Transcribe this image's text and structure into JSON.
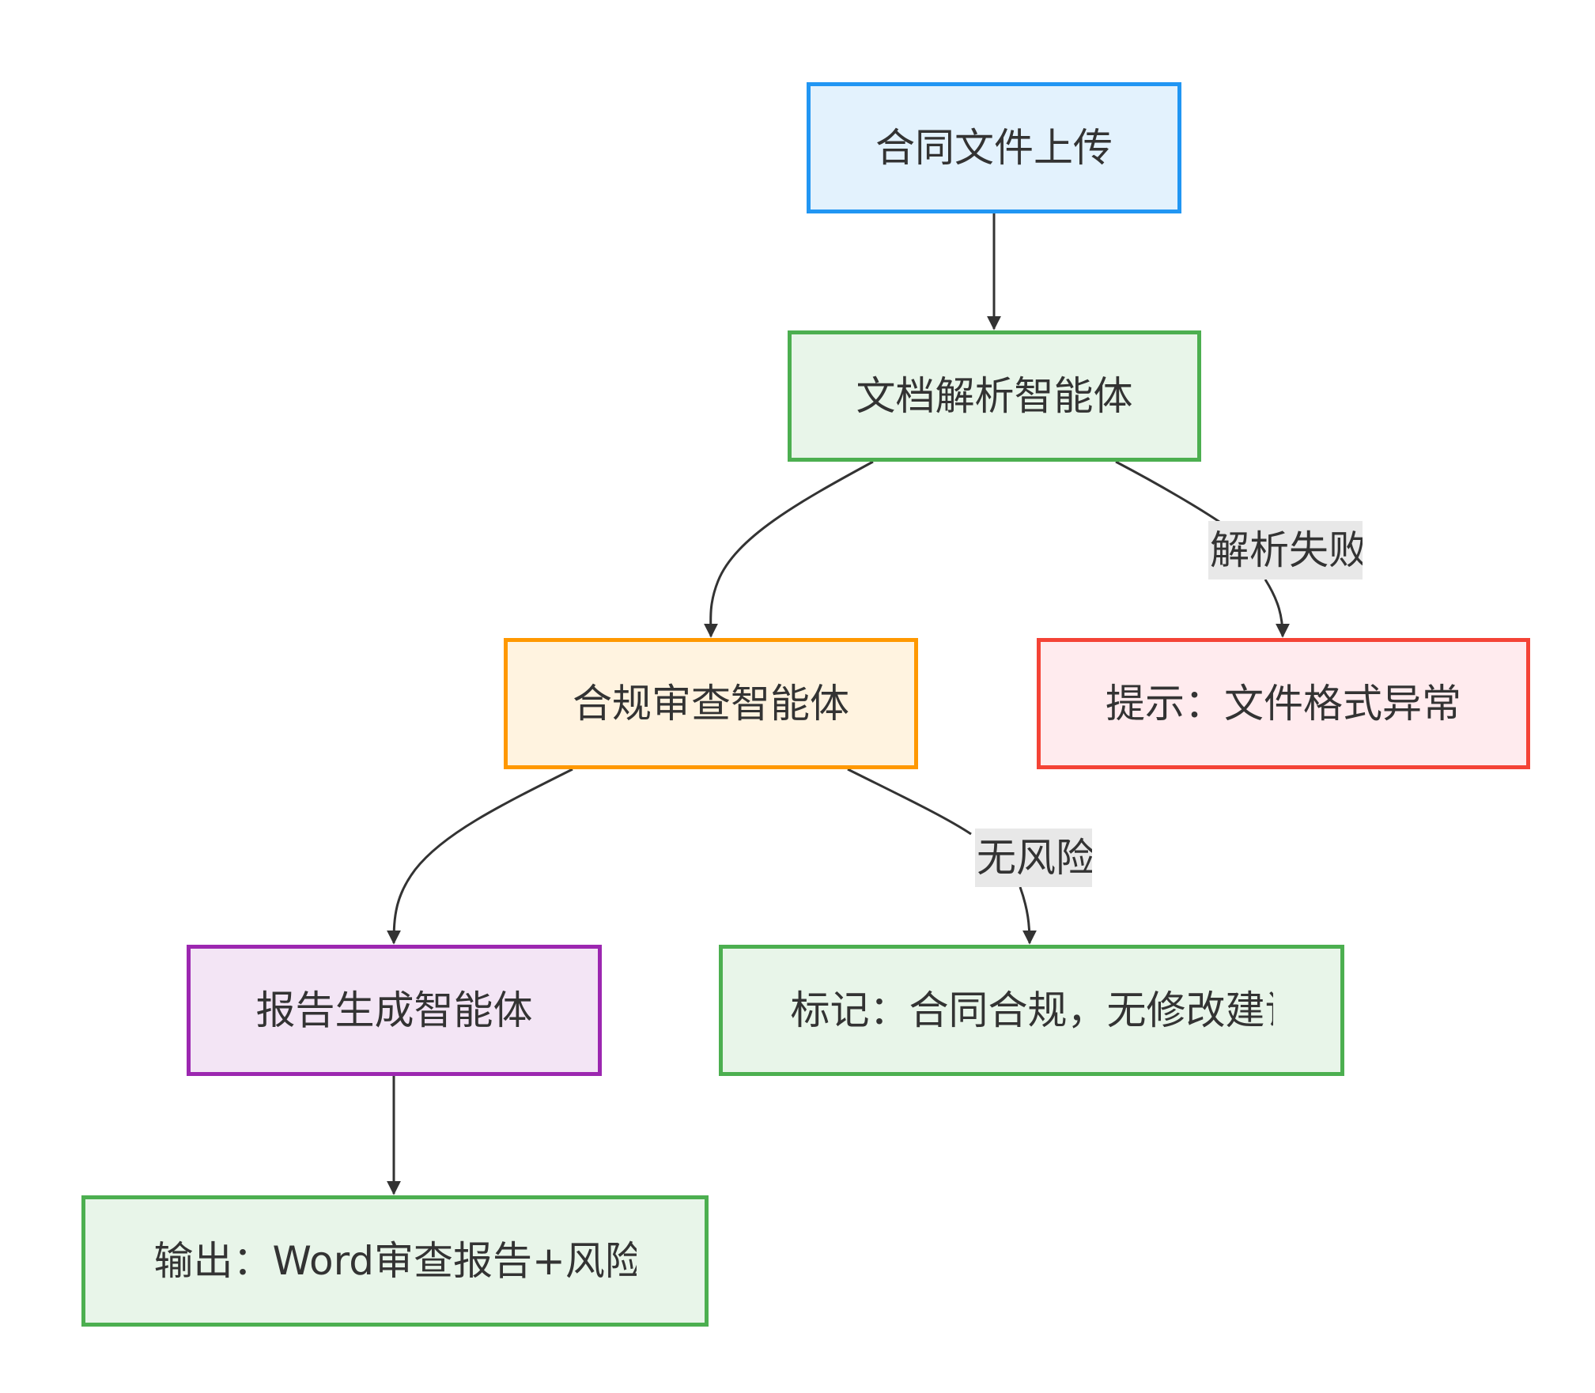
{
  "diagram": {
    "nodes": [
      {
        "id": "upload",
        "label": "合同文件上传",
        "fill": "#e3f2fd",
        "stroke": "#2196f3"
      },
      {
        "id": "parse",
        "label": "文档解析智能体",
        "fill": "#e8f5e9",
        "stroke": "#4caf50"
      },
      {
        "id": "review",
        "label": "合规审查智能体",
        "fill": "#fff3e0",
        "stroke": "#ff9800"
      },
      {
        "id": "error",
        "label": "提示：文件格式异常",
        "fill": "#ffebee",
        "stroke": "#f44336"
      },
      {
        "id": "report",
        "label": "报告生成智能体",
        "fill": "#f3e5f5",
        "stroke": "#9c27b0"
      },
      {
        "id": "ok",
        "label": "标记：合同合规，无修改建议",
        "fill": "#e8f5e9",
        "stroke": "#4caf50"
      },
      {
        "id": "output",
        "label": "输出：Word审查报告+风险清单",
        "fill": "#e8f5e9",
        "stroke": "#4caf50"
      }
    ],
    "edges": [
      {
        "from": "upload",
        "to": "parse",
        "label": ""
      },
      {
        "from": "parse",
        "to": "review",
        "label": ""
      },
      {
        "from": "parse",
        "to": "error",
        "label": "解析失败"
      },
      {
        "from": "review",
        "to": "report",
        "label": ""
      },
      {
        "from": "review",
        "to": "ok",
        "label": "无风险"
      },
      {
        "from": "report",
        "to": "output",
        "label": ""
      }
    ],
    "edge_color": "#333333",
    "edge_label_background": "#e8e8e8"
  }
}
